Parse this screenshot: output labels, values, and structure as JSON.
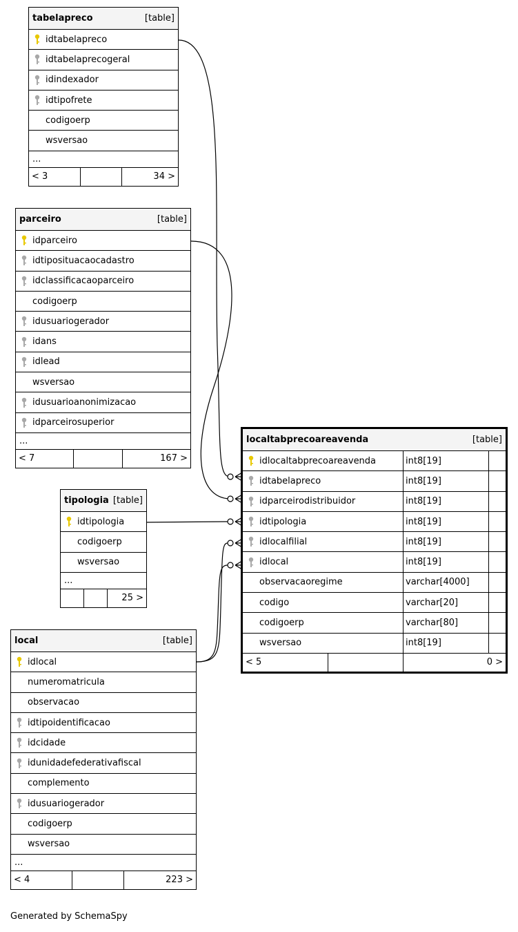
{
  "tables": [
    {
      "id": "tabelapreco",
      "name": "tabelapreco",
      "type": "[table]",
      "columns": [
        {
          "name": "idtabelapreco",
          "key": "pk"
        },
        {
          "name": "idtabelaprecogeral",
          "key": "fk"
        },
        {
          "name": "idindexador",
          "key": "fk"
        },
        {
          "name": "idtipofrete",
          "key": "fk"
        },
        {
          "name": "codigoerp",
          "key": ""
        },
        {
          "name": "wsversao",
          "key": ""
        }
      ],
      "ellipsis": "...",
      "footer": {
        "left": "< 3",
        "mid": "",
        "right": "34 >"
      }
    },
    {
      "id": "parceiro",
      "name": "parceiro",
      "type": "[table]",
      "columns": [
        {
          "name": "idparceiro",
          "key": "pk"
        },
        {
          "name": "idtipositua­caocadastro",
          "key": "fk"
        },
        {
          "name": "idclassificacaoparceiro",
          "key": "fk"
        },
        {
          "name": "codigoerp",
          "key": ""
        },
        {
          "name": "idusuariogerador",
          "key": "fk"
        },
        {
          "name": "idans",
          "key": "fk"
        },
        {
          "name": "idlead",
          "key": "fk"
        },
        {
          "name": "wsversao",
          "key": ""
        },
        {
          "name": "idusuarioanonimizacao",
          "key": "fk"
        },
        {
          "name": "idparceirosuperior",
          "key": "fk"
        }
      ],
      "ellipsis": "...",
      "footer": {
        "left": "< 7",
        "mid": "",
        "right": "167 >"
      }
    },
    {
      "id": "tipologia",
      "name": "tipologia",
      "type": "[table]",
      "columns": [
        {
          "name": "idtipologia",
          "key": "pk"
        },
        {
          "name": "codigoerp",
          "key": ""
        },
        {
          "name": "wsversao",
          "key": ""
        }
      ],
      "ellipsis": "...",
      "footer": {
        "left": "",
        "mid": "",
        "right": "25 >"
      }
    },
    {
      "id": "local",
      "name": "local",
      "type": "[table]",
      "columns": [
        {
          "name": "idlocal",
          "key": "pk"
        },
        {
          "name": "numeromatricula",
          "key": ""
        },
        {
          "name": "observacao",
          "key": ""
        },
        {
          "name": "idtipoidentificacao",
          "key": "fk"
        },
        {
          "name": "idcidade",
          "key": "fk"
        },
        {
          "name": "idunidadefederativafiscal",
          "key": "fk"
        },
        {
          "name": "complemento",
          "key": ""
        },
        {
          "name": "idusuariogerador",
          "key": "fk"
        },
        {
          "name": "codigoerp",
          "key": ""
        },
        {
          "name": "wsversao",
          "key": ""
        }
      ],
      "ellipsis": "...",
      "footer": {
        "left": "< 4",
        "mid": "",
        "right": "223 >"
      }
    },
    {
      "id": "localtabprecoareavenda",
      "name": "localtabprecoareavenda",
      "type": "[table]",
      "columns": [
        {
          "name": "idlocaltabprecoareavenda",
          "key": "pk",
          "type": "int8[19]"
        },
        {
          "name": "idtabelapreco",
          "key": "fk",
          "type": "int8[19]"
        },
        {
          "name": "idparceirodistribuidor",
          "key": "fk",
          "type": "int8[19]"
        },
        {
          "name": "idtipologia",
          "key": "fk",
          "type": "int8[19]"
        },
        {
          "name": "idlocalfilial",
          "key": "fk",
          "type": "int8[19]"
        },
        {
          "name": "idlocal",
          "key": "fk",
          "type": "int8[19]"
        },
        {
          "name": "observacaoregime",
          "key": "",
          "type": "varchar[4000]"
        },
        {
          "name": "codigo",
          "key": "",
          "type": "varchar[20]"
        },
        {
          "name": "codigoerp",
          "key": "",
          "type": "varchar[80]"
        },
        {
          "name": "wsversao",
          "key": "",
          "type": "int8[19]"
        }
      ],
      "footer": {
        "left": "< 5",
        "mid": "",
        "right": "0 >"
      }
    }
  ],
  "colors": {
    "pk_key": "#e8c800",
    "fk_key": "#a8a8a8",
    "header_bg": "#f4f4f4",
    "line": "#000000"
  },
  "credit": "Generated by SchemaSpy"
}
